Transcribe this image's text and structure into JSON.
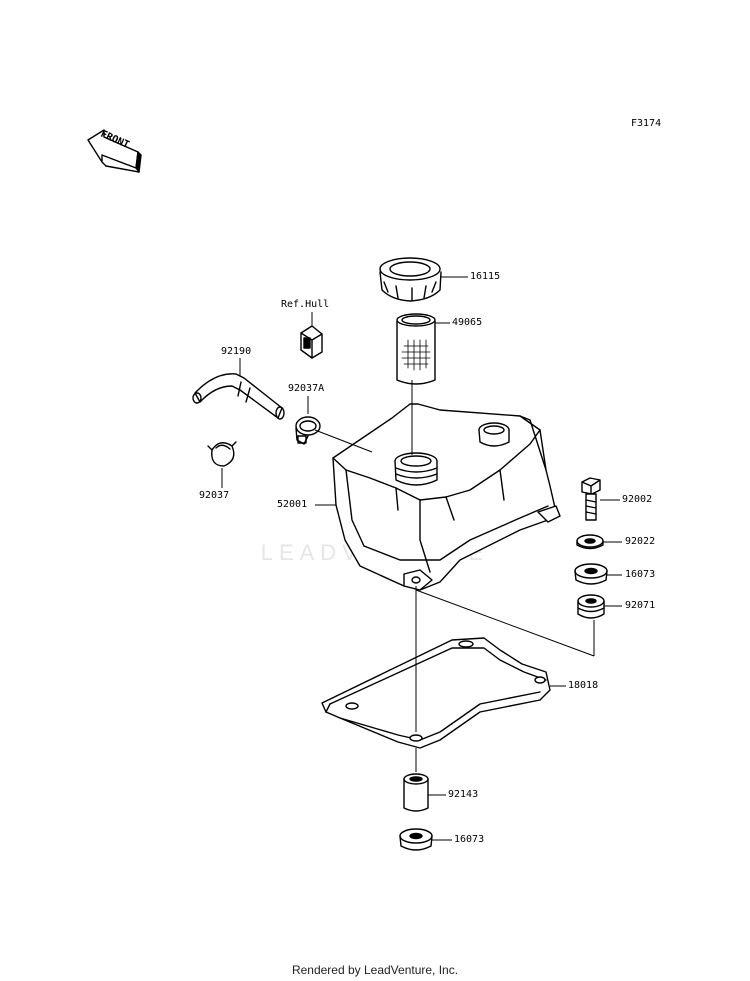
{
  "diagram": {
    "figure_code": "F3174",
    "front_indicator": "FRONT",
    "watermark_text": "LEADVENTURE",
    "footer_text": "Rendered by LeadVenture, Inc.",
    "ref_note": "Ref.Hull",
    "parts": {
      "fuel_cap": "16115",
      "filler_screen": "49065",
      "hose": "92190",
      "clamp_a": "92037A",
      "clamp": "92037",
      "fuel_tank": "52001",
      "bolt": "92002",
      "washer": "92022",
      "grommet_upper": "16073",
      "damper": "92071",
      "tank_tray": "18018",
      "collar": "92143",
      "grommet_lower": "16073"
    }
  }
}
